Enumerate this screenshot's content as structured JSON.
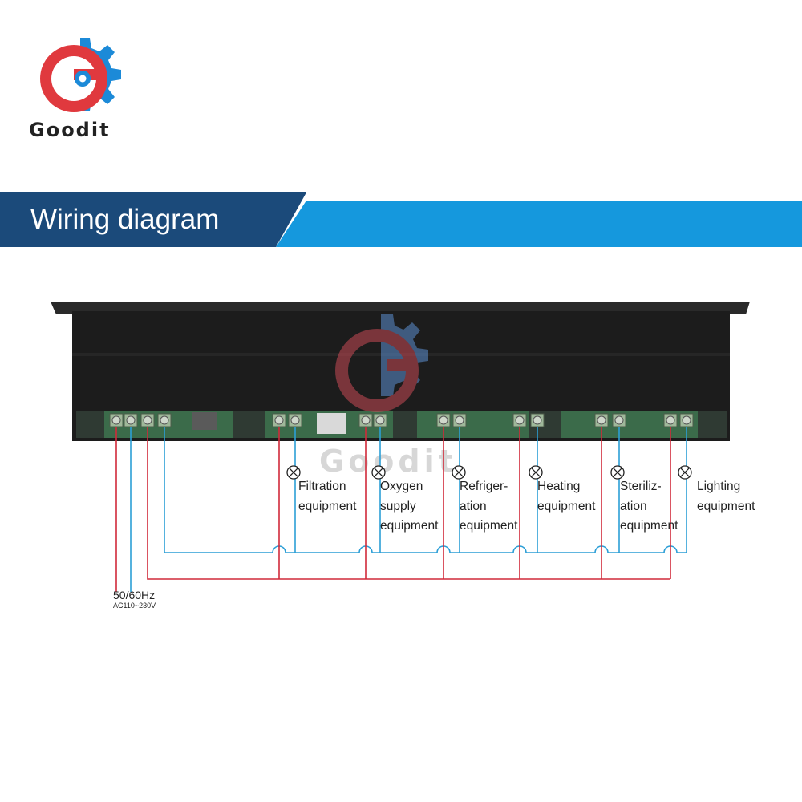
{
  "brand": {
    "name": "Goodit"
  },
  "header": {
    "title": "Wiring diagram"
  },
  "watermark": {
    "text": "Goodit"
  },
  "power": {
    "frequency": "50/60Hz",
    "voltage": "AC110~230V"
  },
  "loads": [
    {
      "lines": [
        "Filtration",
        "equipment"
      ]
    },
    {
      "lines": [
        "Oxygen",
        "supply",
        "equipment"
      ]
    },
    {
      "lines": [
        "Refriger-",
        "ation",
        "equipment"
      ]
    },
    {
      "lines": [
        "Heating",
        "equipment"
      ]
    },
    {
      "lines": [
        "Steriliz-",
        "ation",
        "equipment"
      ]
    },
    {
      "lines": [
        "Lighting",
        "equipment"
      ]
    }
  ],
  "colors": {
    "banner_dark": "#1b4a7a",
    "banner_light": "#1598dd",
    "wire_live": "#d12a3a",
    "wire_neutral": "#2b9ed6",
    "logo_red": "#e0393e",
    "logo_blue": "#1c8ad8",
    "device_body": "#1c1c1c"
  }
}
